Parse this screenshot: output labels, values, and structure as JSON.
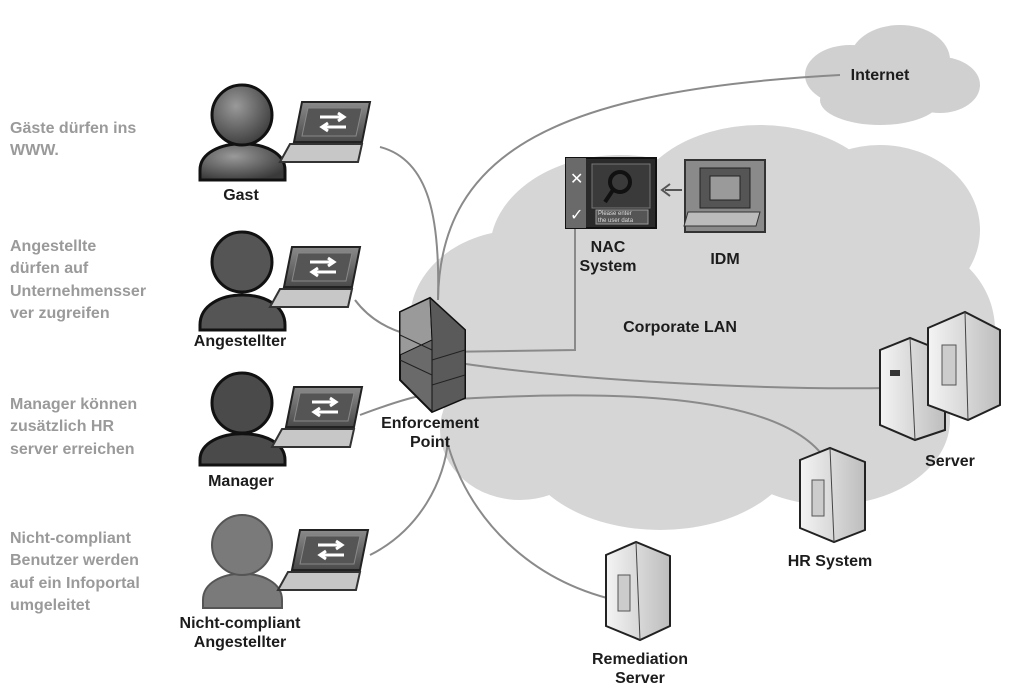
{
  "diagram": {
    "notes": {
      "guest": "Gäste dürfen ins\nWWW.",
      "employee": "Angestellte\ndürfen auf\nUnternehmensser\nver zugreifen",
      "manager": "Manager können\nzusätzlich  HR\nserver erreichen",
      "noncompliant": "Nicht-compliant\nBenutzer werden\nauf ein Infoportal\numgeleitet"
    },
    "users": {
      "guest": "Gast",
      "employee": "Angestellter",
      "manager": "Manager",
      "noncompliant": "Nicht-compliant\nAngestellter"
    },
    "nodes": {
      "internet": "Internet",
      "nac": "NAC\nSystem",
      "idm": "IDM",
      "lan": "Corporate LAN",
      "enforcement": "Enforcement\nPoint",
      "server": "Server",
      "hr": "HR System",
      "remediation": "Remediation\nServer"
    },
    "screen_text": "Please enter\nthe user data",
    "colors": {
      "cloud": "#d6d6d6",
      "line": "#8a8a8a",
      "note_text": "#9a9a9a",
      "label_text": "#1c1c1c"
    }
  }
}
